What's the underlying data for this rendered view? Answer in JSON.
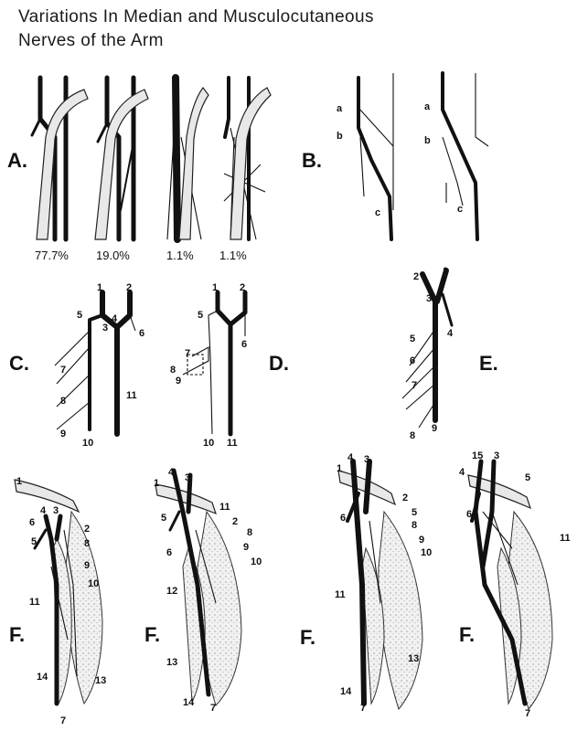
{
  "title": {
    "line1": "Variations In Median and Musculocutaneous",
    "line2": "Nerves of the Arm"
  },
  "panels": {
    "A": "A.",
    "B": "B.",
    "C": "C.",
    "D": "D.",
    "E": "E.",
    "F": "F."
  },
  "percentages": [
    "77.7%",
    "19.0%",
    "1.1%",
    "1.1%"
  ],
  "b_labels": [
    "a",
    "b",
    "c"
  ],
  "labels": [
    "1",
    "2",
    "3",
    "4",
    "5",
    "6",
    "7",
    "8",
    "9",
    "10",
    "11",
    "12",
    "13",
    "14",
    "15"
  ]
}
